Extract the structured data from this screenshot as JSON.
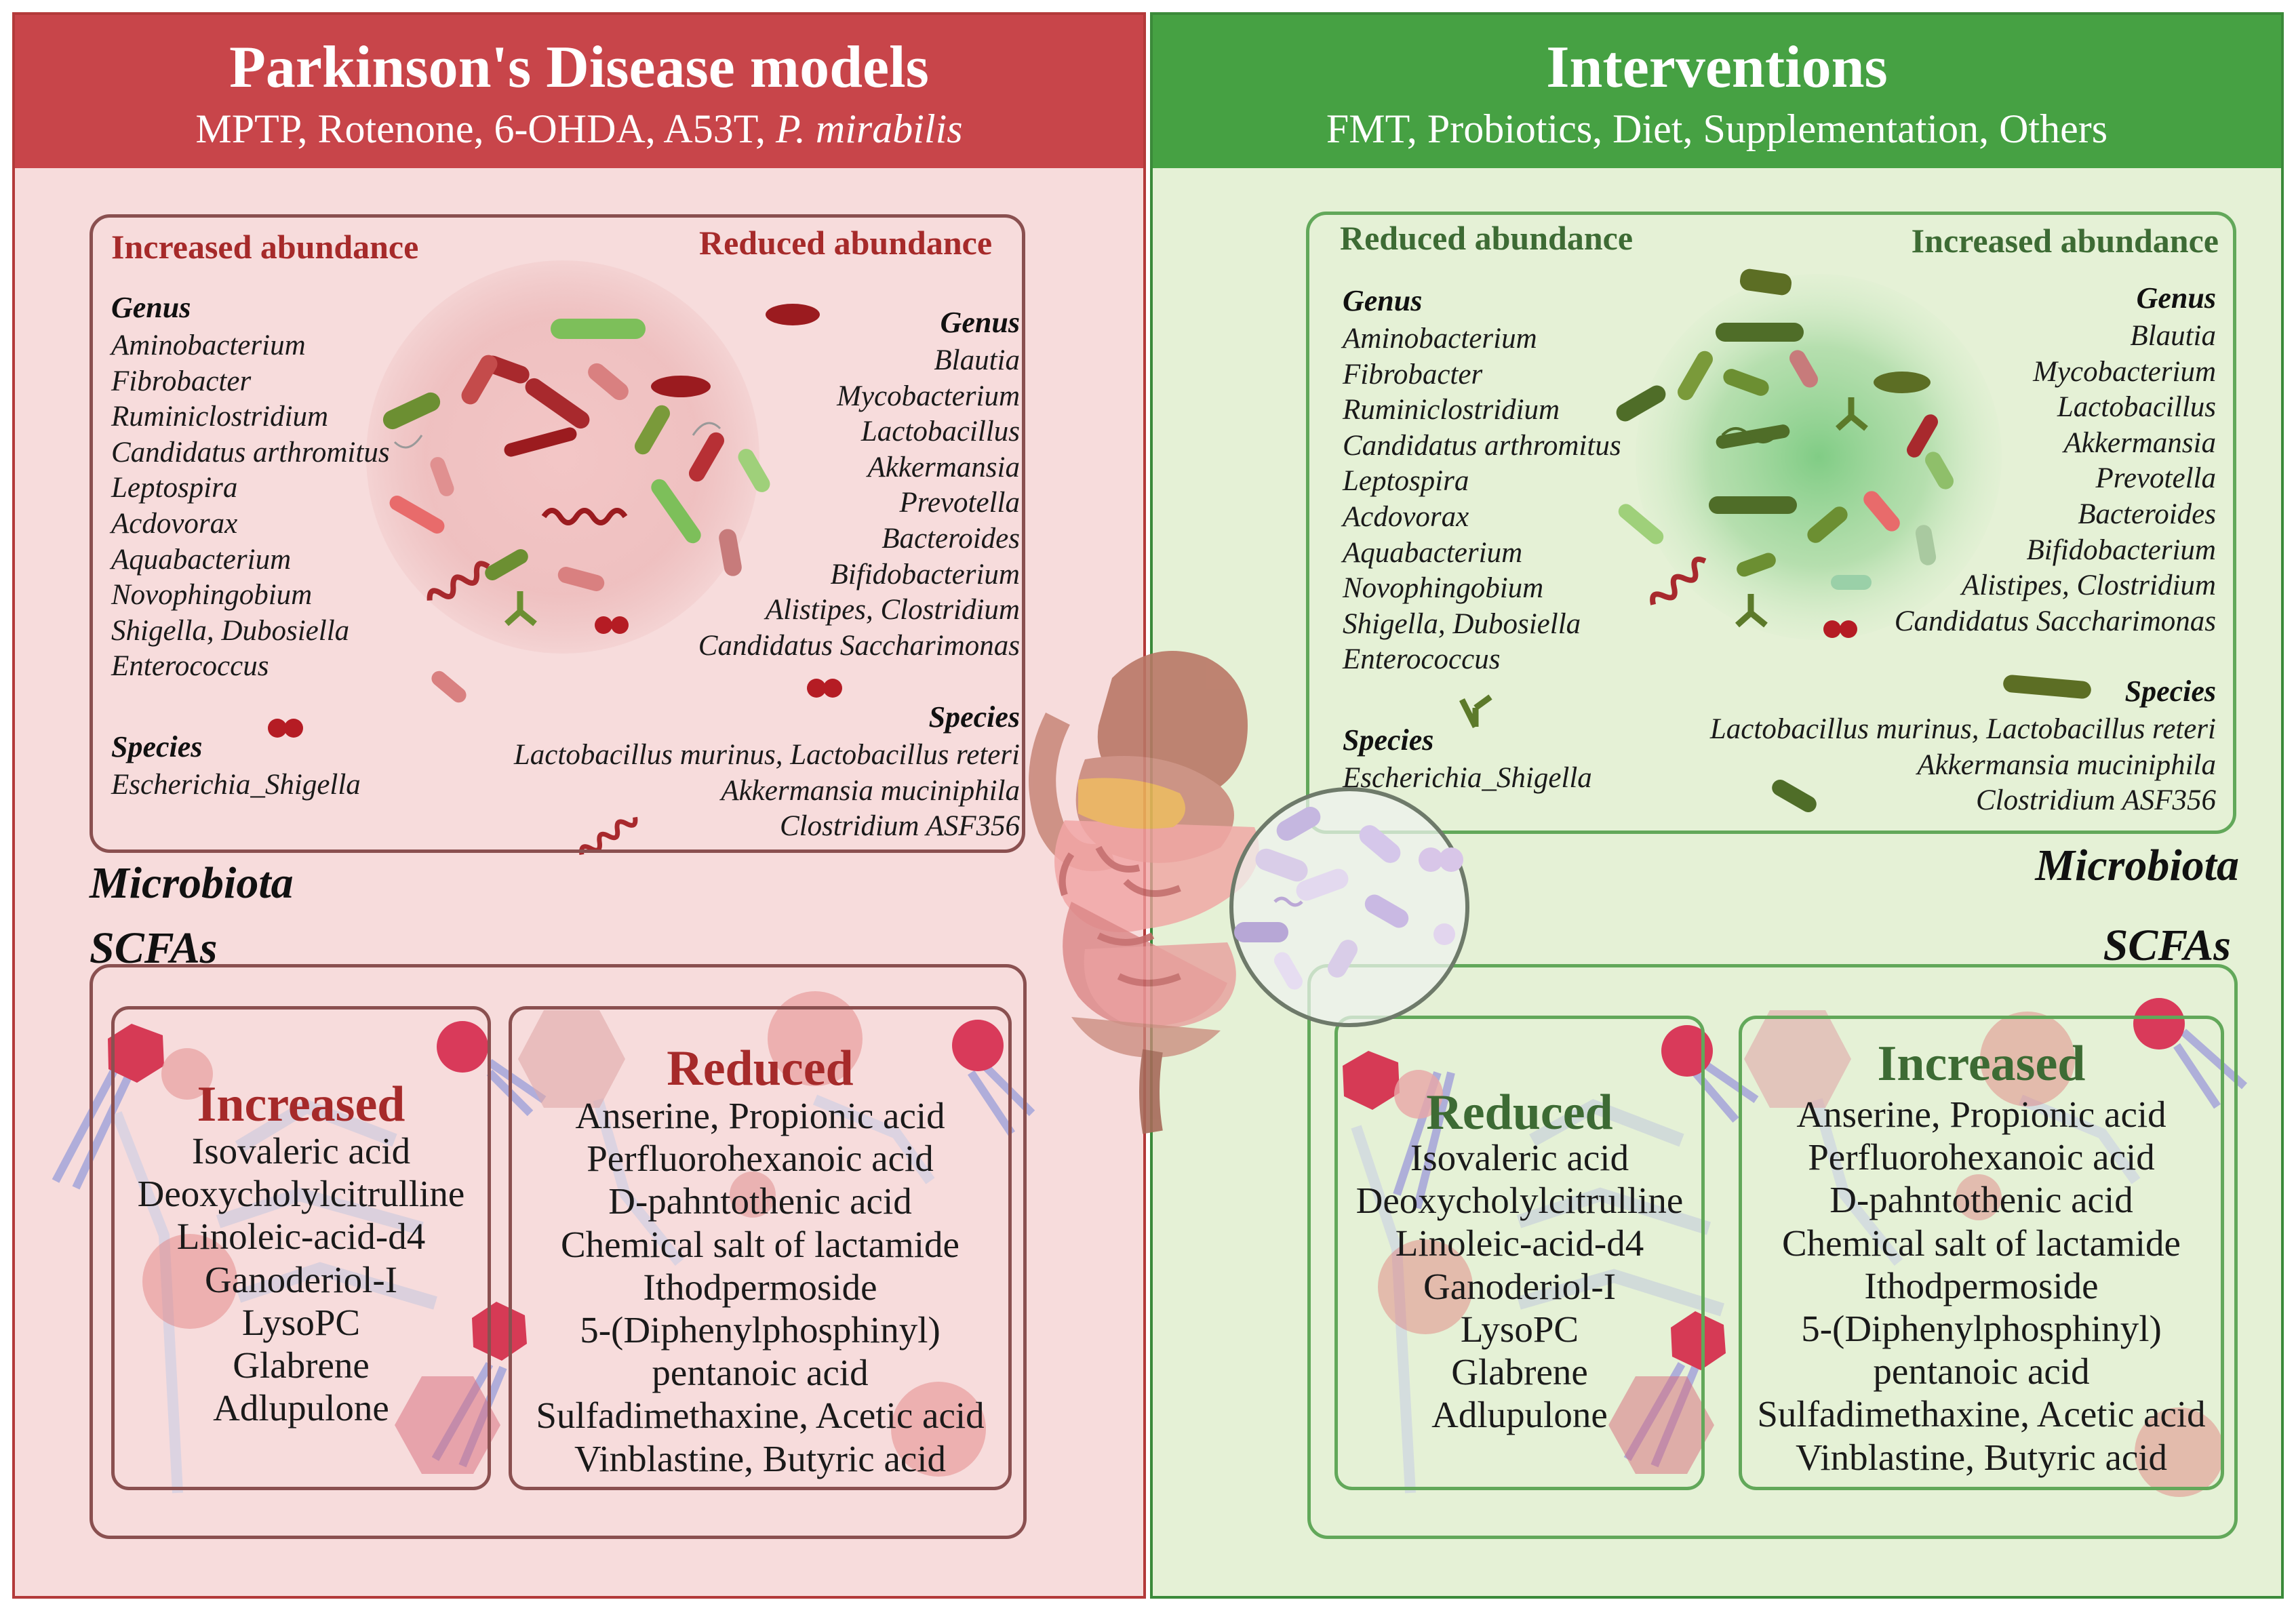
{
  "left": {
    "title": "Parkinson's Disease models",
    "subtitle_plain": "MPTP, Rotenone, 6-OHDA, A53T, ",
    "subtitle_italic": "P. mirabilis",
    "microbiota": {
      "increased_heading": "Increased abundance",
      "reduced_heading": "Reduced abundance",
      "increased_genus_label": "Genus",
      "increased_genus": [
        "Aminobacterium",
        "Fibrobacter",
        "Ruminiclostridium",
        "Candidatus arthromitus",
        "Leptospira",
        "Acdovorax",
        "Aquabacterium",
        "Novophingobium",
        "Shigella, Dubosiella",
        "Enterococcus"
      ],
      "increased_species_label": "Species",
      "increased_species": [
        "Escherichia_Shigella"
      ],
      "reduced_genus_label": "Genus",
      "reduced_genus": [
        "Blautia",
        "Mycobacterium",
        "Lactobacillus",
        "Akkermansia",
        "Prevotella",
        "Bacteroides",
        "Bifidobacterium",
        "Alistipes, Clostridium",
        "Candidatus Saccharimonas"
      ],
      "reduced_species_label": "Species",
      "reduced_species": [
        "Lactobacillus murinus, Lactobacillus reteri",
        "Akkermansia muciniphila",
        "Clostridium ASF356"
      ]
    },
    "microbiota_label": "Microbiota",
    "scfas_label": "SCFAs",
    "scfas": {
      "increased_heading": "Increased",
      "increased": [
        "Isovaleric acid",
        "Deoxycholylcitrulline",
        "Linoleic-acid-d4",
        "Ganoderiol-I",
        "LysoPC",
        "Glabrene",
        "Adlupulone"
      ],
      "reduced_heading": "Reduced",
      "reduced": [
        "Anserine, Propionic acid",
        "Perfluorohexanoic acid",
        "D-pahntothenic acid",
        "Chemical salt of lactamide",
        "Ithodpermoside",
        "5-(Diphenylphosphinyl)",
        "pentanoic acid",
        "Sulfadimethaxine, Acetic acid",
        "Vinblastine, Butyric acid"
      ]
    }
  },
  "right": {
    "title": "Interventions",
    "subtitle": "FMT, Probiotics, Diet, Supplementation, Others",
    "microbiota": {
      "reduced_heading": "Reduced abundance",
      "increased_heading": "Increased abundance",
      "reduced_genus_label": "Genus",
      "reduced_genus": [
        "Aminobacterium",
        "Fibrobacter",
        "Ruminiclostridium",
        "Candidatus arthromitus",
        "Leptospira",
        "Acdovorax",
        "Aquabacterium",
        "Novophingobium",
        "Shigella, Dubosiella",
        "Enterococcus"
      ],
      "reduced_species_label": "Species",
      "reduced_species": [
        "Escherichia_Shigella"
      ],
      "increased_genus_label": "Genus",
      "increased_genus": [
        "Blautia",
        "Mycobacterium",
        "Lactobacillus",
        "Akkermansia",
        "Prevotella",
        "Bacteroides",
        "Bifidobacterium",
        "Alistipes, Clostridium",
        "Candidatus Saccharimonas"
      ],
      "increased_species_label": "Species",
      "increased_species": [
        "Lactobacillus murinus, Lactobacillus reteri",
        "Akkermansia muciniphila",
        "Clostridium ASF356"
      ]
    },
    "microbiota_label": "Microbiota",
    "scfas_label": "SCFAs",
    "scfas": {
      "reduced_heading": "Reduced",
      "reduced": [
        "Isovaleric acid",
        "Deoxycholylcitrulline",
        "Linoleic-acid-d4",
        "Ganoderiol-I",
        "LysoPC",
        "Glabrene",
        "Adlupulone"
      ],
      "increased_heading": "Increased",
      "increased": [
        "Anserine, Propionic acid",
        "Perfluorohexanoic acid",
        "D-pahntothenic acid",
        "Chemical salt of lactamide",
        "Ithodpermoside",
        "5-(Diphenylphosphinyl)",
        "pentanoic acid",
        "Sulfadimethaxine, Acetic acid",
        "Vinblastine, Butyric acid"
      ]
    }
  },
  "colors": {
    "pd_header": "#c8454a",
    "pd_background": "#f7dcdc",
    "intervention_header": "#46a143",
    "intervention_background": "#e5f1d6",
    "pd_heading_text": "#a62a2a",
    "intervention_heading_text": "#3d6b34"
  },
  "icons": [
    "bacteria-cluster-icon",
    "gut-organ-icon",
    "magnifier-microbes-icon",
    "phospholipid-icon",
    "hexagon-molecule-icon"
  ]
}
